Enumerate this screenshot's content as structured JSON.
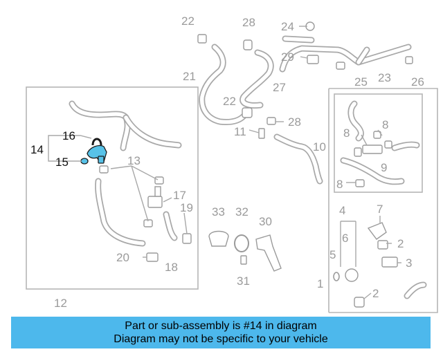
{
  "callouts": {
    "c1": "1",
    "c2a": "2",
    "c2b": "2",
    "c3": "3",
    "c4": "4",
    "c5": "5",
    "c6": "6",
    "c7": "7",
    "c8a": "8",
    "c8b": "8",
    "c8c": "8",
    "c9": "9",
    "c10": "10",
    "c11": "11",
    "c12": "12",
    "c13": "13",
    "c14": "14",
    "c15": "15",
    "c16": "16",
    "c17": "17",
    "c18": "18",
    "c19": "19",
    "c20": "20",
    "c21": "21",
    "c22a": "22",
    "c22b": "22",
    "c23": "23",
    "c24": "24",
    "c25": "25",
    "c26": "26",
    "c27": "27",
    "c28a": "28",
    "c28b": "28",
    "c29": "29",
    "c30": "30",
    "c31": "31",
    "c32": "32",
    "c33": "33"
  },
  "highlight": {
    "part_number": "14",
    "color": "#57c2e8"
  },
  "caption": {
    "line1": "Part or sub-assembly is #14 in diagram",
    "line2": "Diagram may not be specific to your vehicle",
    "background": "#4db8ec"
  }
}
